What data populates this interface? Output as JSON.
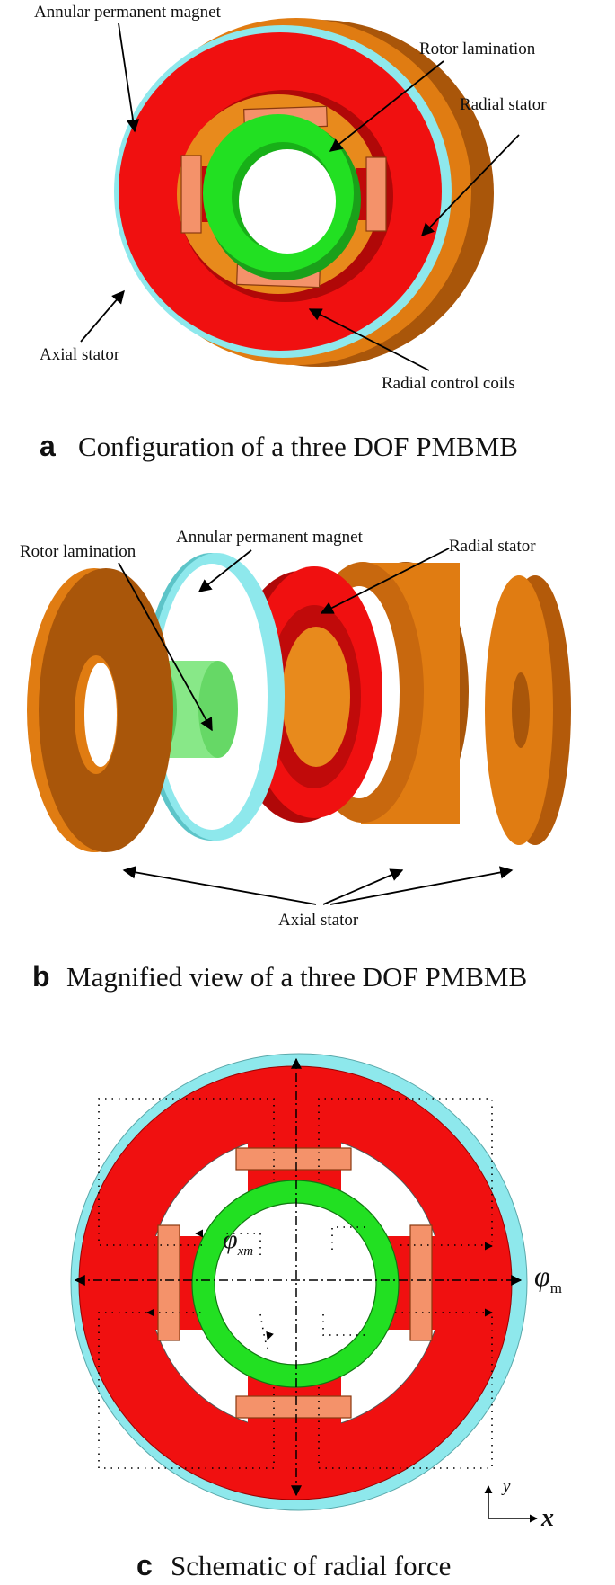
{
  "panel_a": {
    "labels": {
      "annular_magnet": "Annular permanent magnet",
      "rotor_lamination": "Rotor lamination",
      "radial_stator": "Radial  stator",
      "axial_stator": "Axial stator",
      "radial_coils": "Radial control coils"
    },
    "caption_letter": "a",
    "caption_text": "Configuration of a three DOF  PMBMB"
  },
  "panel_b": {
    "labels": {
      "annular_magnet": "Annular permanent magnet",
      "rotor_lamination": "Rotor lamination",
      "radial_stator": "Radial stator",
      "axial_stator": "Axial stator"
    },
    "caption_letter": "b",
    "caption_text": "Magnified view of a three DOF  PMBMB"
  },
  "panel_c": {
    "symbols": {
      "phi": "φ",
      "xm_sub": "xm",
      "m_sub": "m",
      "axis_x": "x",
      "axis_y": "y"
    },
    "caption_letter": "c",
    "caption_text": "Schematic of radial force"
  },
  "colors": {
    "stator_orange": "#e07c12",
    "stator_orange_dark": "#a9560a",
    "rotor_red": "#f01010",
    "rotor_red_dark": "#b00808",
    "magnet_cyan": "#8ee8ec",
    "lamination_green": "#22e022",
    "coil_salmon": "#f4926a"
  }
}
